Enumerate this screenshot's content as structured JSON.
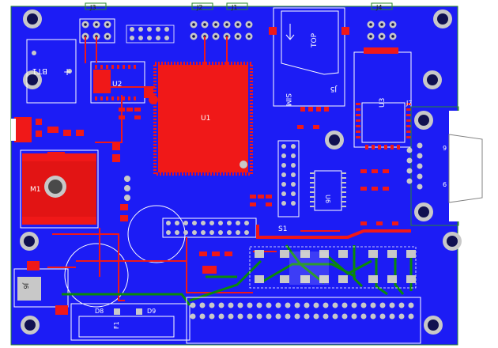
{
  "board": {
    "colors": {
      "copper_bottom": "#1c1cf5",
      "copper_top": "#f01818",
      "silk": "#ffffff",
      "outline": "#2a8a2a",
      "pad": "#c8c8c8",
      "hole": "#101050",
      "trace_green": "#0a8a0a"
    },
    "labels": {
      "j3": "J3",
      "j2": "J2",
      "j1": "J1",
      "j4": "J4",
      "bt1": "BT1",
      "plus": "+",
      "u2": "U2",
      "u1": "U1",
      "sim": "SIM",
      "top": "TOP",
      "j5": "J5",
      "u3": "U3",
      "j7": "J7",
      "m1": "M1",
      "s1": "S1",
      "u6": "U6",
      "d8": "D8",
      "d9": "D9",
      "f1": "F1",
      "j6": "J6",
      "pin9": "9",
      "pin6": "6"
    }
  }
}
